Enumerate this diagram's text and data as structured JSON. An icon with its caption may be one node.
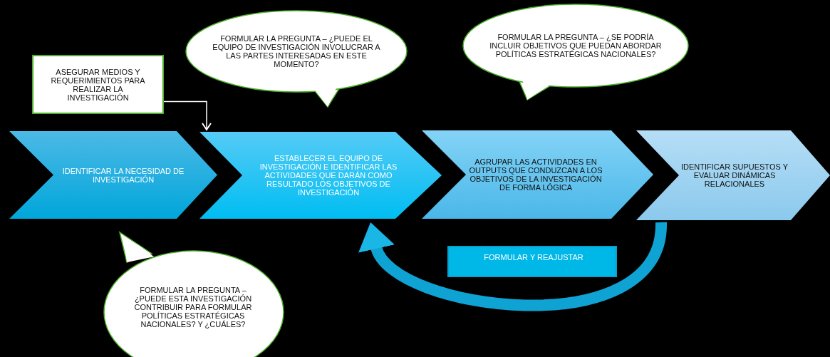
{
  "diagram": {
    "nodes": [
      {
        "text": [
          "IDENTIFICAR LA NECESIDAD DE INVESTIGACIÓN"
        ]
      },
      {
        "text": [
          "ESTABLECER EL EQUIPO DE INVESTIGACIÓN E IDENTIFICAR LAS ACTIVIDADES QUE DARÁN COMO RESULTADO LOS OBJETIVOS DE INVESTIGACIÓN"
        ]
      },
      {
        "text": [
          "AGRUPAR LAS ACTIVIDADES EN OUTPUTS QUE CONDUZCAN A LOS OBJETIVOS DE LA INVESTIGACIÓN DE FORMA LÓGICA"
        ]
      },
      {
        "text": [
          "IDENTIFICAR SUPUESTOS Y EVALUAR DINÁMICAS RELACIONALES"
        ]
      },
      {
        "text": [
          "ASEGURAR MEDIOS Y REQUERIMIENTOS PARA REALIZAR LA INVESTIGACIÓN"
        ]
      },
      {
        "text": [
          "FORMULAR LA PREGUNTA – ¿PUEDE EL EQUIPO DE INVESTIGACIÓN INVOLUCRAR A LAS PARTES INTERESADAS EN ESTE MOMENTO?"
        ]
      },
      {
        "text": [
          "FORMULAR LA PREGUNTA – ¿SE PODRÍA INCLUIR OBJETIVOS QUE PUEDAN ABORDAR POLÍTICAS ESTRATÉGICAS NACIONALES?"
        ]
      },
      {
        "text": [
          "FORMULAR LA PREGUNTA – ¿PUEDE ESTA INVESTIGACIÓN CONTRIBUIR PARA FORMULAR POLÍTICAS ESTRATÉGICAS NACIONALES? Y ¿CUÁLES?"
        ]
      },
      {
        "text": [
          "FORMULAR Y REAJUSTAR"
        ]
      }
    ],
    "edges": [
      {
        "from": 4,
        "to": 1,
        "arrow": "to"
      },
      {
        "from": 3,
        "to": 1,
        "arrow": "to",
        "style": "thick",
        "color": "#0fa3d4"
      }
    ]
  }
}
